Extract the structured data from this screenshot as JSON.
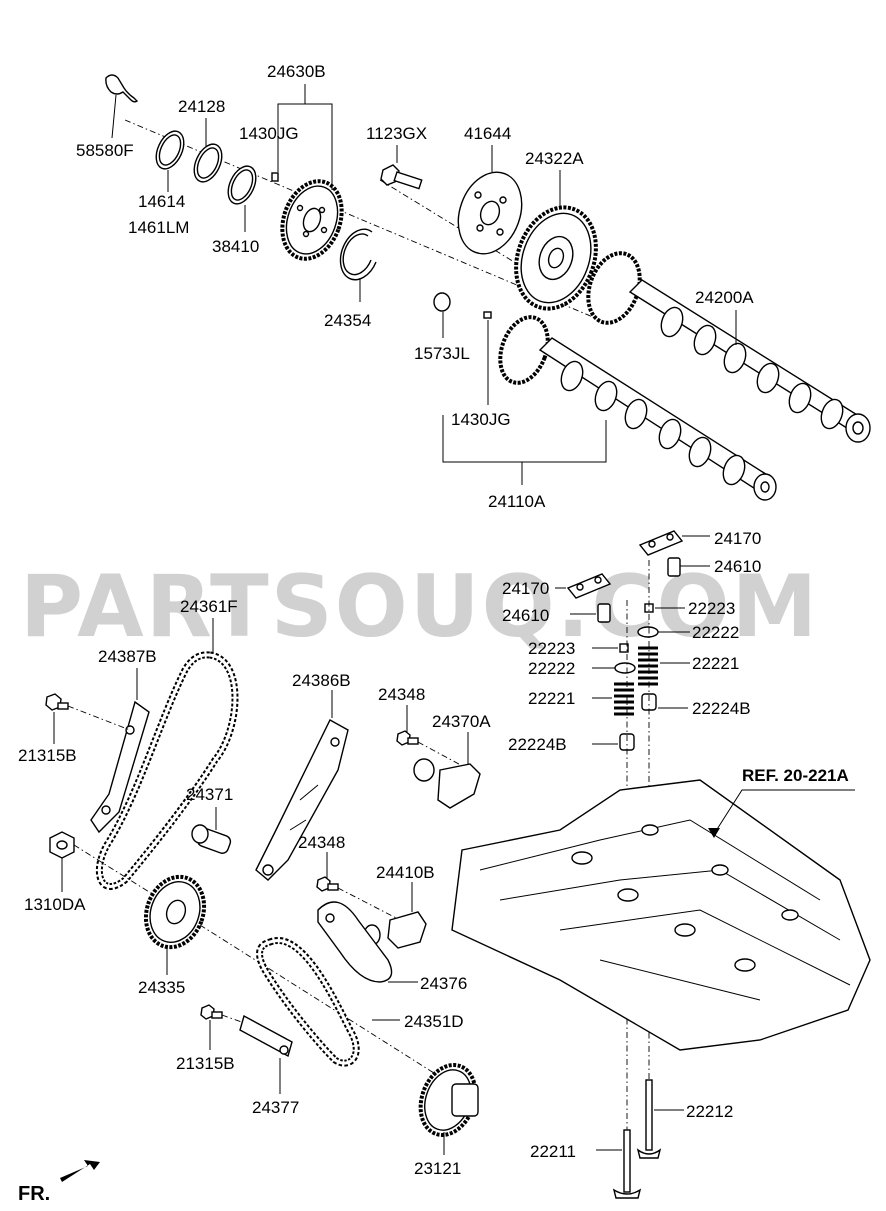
{
  "watermark": "PARTSOUQ.COM",
  "reference": "REF. 20-221A",
  "front_marker": "FR.",
  "labels": {
    "p24630B": "24630B",
    "p58580F": "58580F",
    "p24128": "24128",
    "p1430JG_top": "1430JG",
    "p1123GX": "1123GX",
    "p41644": "41644",
    "p24322A": "24322A",
    "p14614": "14614",
    "p1461LM": "1461LM",
    "p38410": "38410",
    "p24200A": "24200A",
    "p24354": "24354",
    "p1573JL": "1573JL",
    "p1430JG_mid": "1430JG",
    "p24110A": "24110A",
    "p24170_a": "24170",
    "p24610_a": "24610",
    "p24170_b": "24170",
    "p22223_a": "22223",
    "p24610_b": "24610",
    "p22222_a": "22222",
    "p22223_b": "22223",
    "p22221_a": "22221",
    "p22222_b": "22222",
    "p22221_b": "22221",
    "p22224B_a": "22224B",
    "p22224B_b": "22224B",
    "p24361F": "24361F",
    "p24387B": "24387B",
    "p24386B": "24386B",
    "p24348_a": "24348",
    "p24370A": "24370A",
    "p21315B_a": "21315B",
    "p24371": "24371",
    "p24348_b": "24348",
    "p1310DA": "1310DA",
    "p24410B": "24410B",
    "p24376": "24376",
    "p24335": "24335",
    "p24351D": "24351D",
    "p21315B_b": "21315B",
    "p24377": "24377",
    "p22212": "22212",
    "p22211": "22211",
    "p23121": "23121"
  }
}
